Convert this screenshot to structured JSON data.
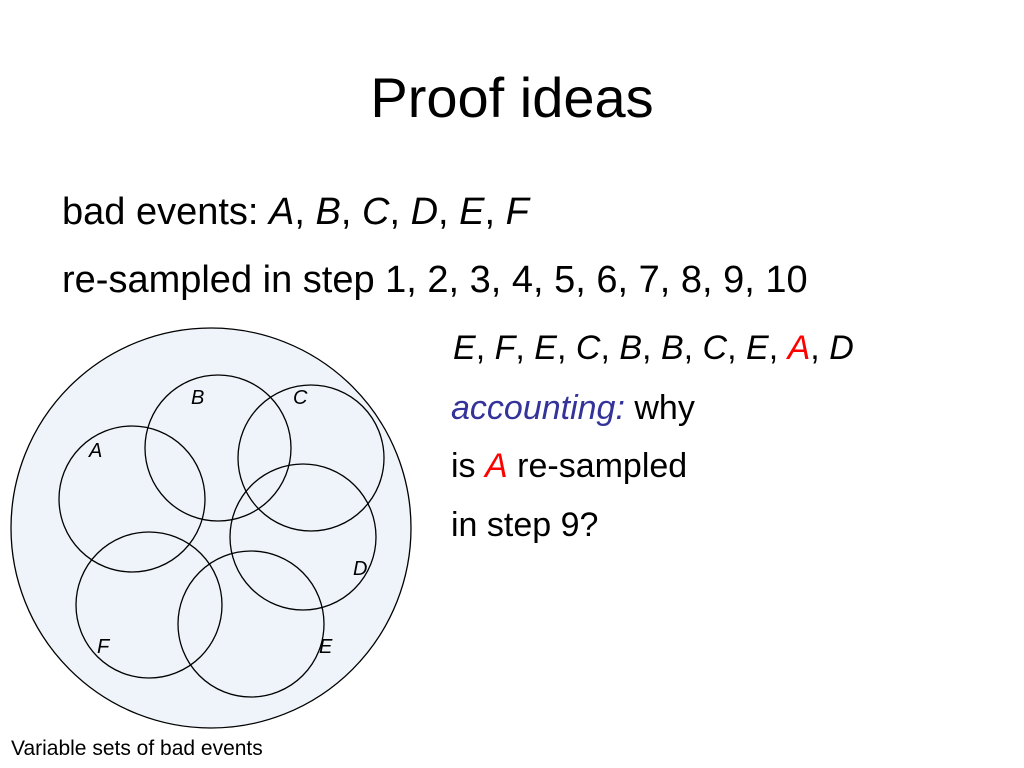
{
  "slide": {
    "title": "Proof ideas",
    "bad_events_line": {
      "prefix": "bad events: ",
      "events": [
        "A",
        "B",
        "C",
        "D",
        "E",
        "F"
      ],
      "separator": ", "
    },
    "resample_line": {
      "prefix": "re-sampled in step ",
      "steps": "1, 2, 3, 4, 5, 6, 7, 8, 9, 10"
    },
    "sequence": {
      "events": [
        "E",
        "F",
        "E",
        "C",
        "B",
        "B",
        "C",
        "E",
        "A",
        "D"
      ],
      "highlight_index": 8,
      "separator": ", "
    },
    "question": {
      "accounting": "accounting:",
      "why": " why",
      "is": "is ",
      "event": "A",
      "resampled": " re-sampled",
      "step": "in step 9?"
    },
    "diagram": {
      "labels": {
        "A": "A",
        "B": "B",
        "C": "C",
        "D": "D",
        "E": "E",
        "F": "F"
      },
      "outer_fill": "#eef4f9"
    },
    "caption": "Variable sets of bad events",
    "colors": {
      "accent_blue": "#333399",
      "accent_red": "#ff0000",
      "text": "#000000"
    }
  }
}
